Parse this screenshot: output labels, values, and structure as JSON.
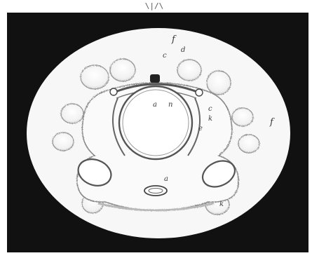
{
  "figure": {
    "top_mark": "\\|/\\",
    "labels": {
      "f_top": "f",
      "d": "d",
      "c_top": "c",
      "a_center": "a",
      "n": "n",
      "c_right": "c",
      "b_right": "k",
      "e_right": "e",
      "f_right": "f",
      "a_lower": "a",
      "k_lower": "k"
    }
  }
}
